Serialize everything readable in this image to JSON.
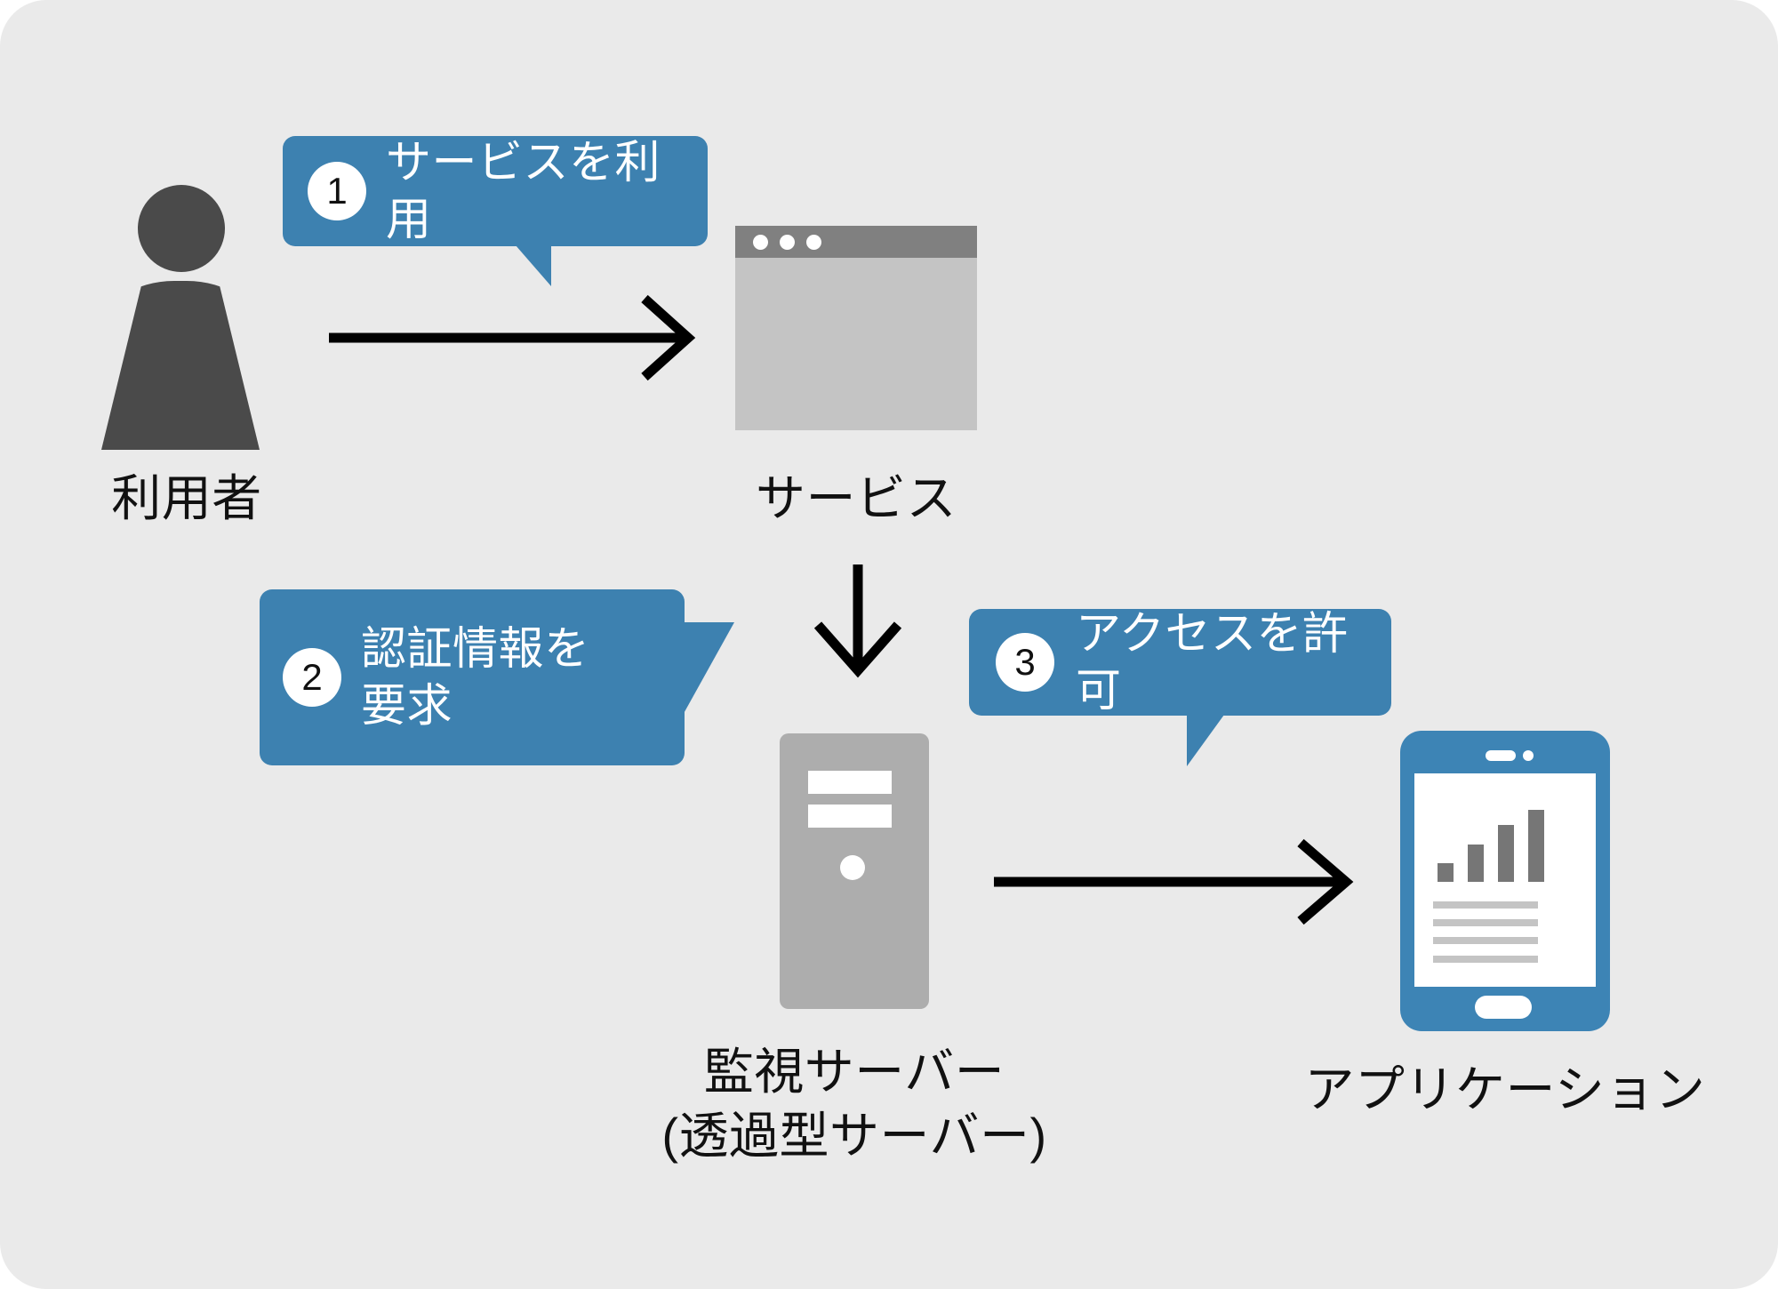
{
  "diagram": {
    "title": "",
    "background_color": "#eaeaea",
    "accent_color": "#3d81b0",
    "icon_gray": "#adadad",
    "dark_gray": "#4a4a4a"
  },
  "nodes": [
    {
      "id": "user",
      "label": "利用者",
      "icon": "person-icon"
    },
    {
      "id": "service",
      "label": "サービス",
      "icon": "browser-window-icon"
    },
    {
      "id": "server",
      "label": "監視サーバー\n(透過型サーバー)",
      "icon": "server-icon"
    },
    {
      "id": "app",
      "label": "アプリケーション",
      "icon": "tablet-icon"
    }
  ],
  "callouts": [
    {
      "number": "1",
      "text": "サービスを利用",
      "from": "user",
      "to": "service"
    },
    {
      "number": "2",
      "text": "認証情報を\n要求",
      "from": "service",
      "to": "server"
    },
    {
      "number": "3",
      "text": "アクセスを許可",
      "from": "server",
      "to": "app"
    }
  ],
  "arrows": [
    {
      "id": "arrow-user-to-service",
      "direction": "right"
    },
    {
      "id": "arrow-service-to-server",
      "direction": "down"
    },
    {
      "id": "arrow-server-to-app",
      "direction": "right"
    }
  ]
}
